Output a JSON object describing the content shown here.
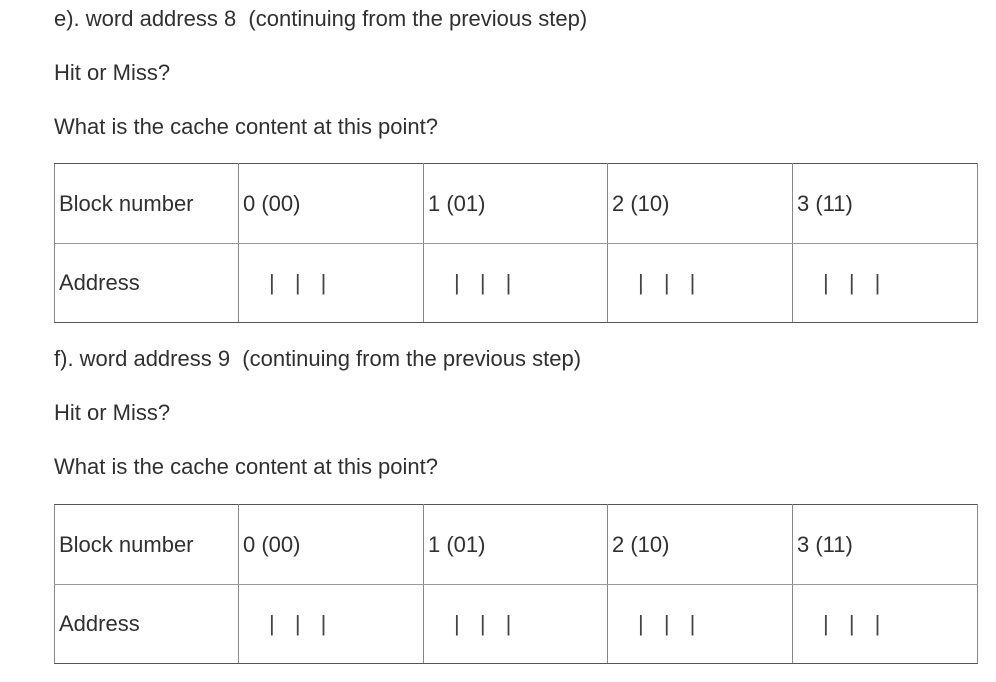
{
  "section_e": {
    "heading": "e). word address 8  (continuing from the previous step)",
    "question_hit": "Hit or Miss?",
    "question_content": "What is the cache content at this point?",
    "table": {
      "row_label_block": "Block number",
      "row_label_address": "Address",
      "blocks": [
        "0 (00)",
        "1 (01)",
        "2 (10)",
        "3 (11)"
      ],
      "address_cells": [
        "| | |",
        "| | |",
        "| | |",
        "| | |"
      ]
    }
  },
  "section_f": {
    "heading": "f). word address 9  (continuing from the previous step)",
    "question_hit": "Hit or Miss?",
    "question_content": "What is the cache content at this point?",
    "table": {
      "row_label_block": "Block number",
      "row_label_address": "Address",
      "blocks": [
        "0 (00)",
        "1 (01)",
        "2 (10)",
        "3 (11)"
      ],
      "address_cells": [
        "| | |",
        "| | |",
        "| | |",
        "| | |"
      ]
    }
  }
}
